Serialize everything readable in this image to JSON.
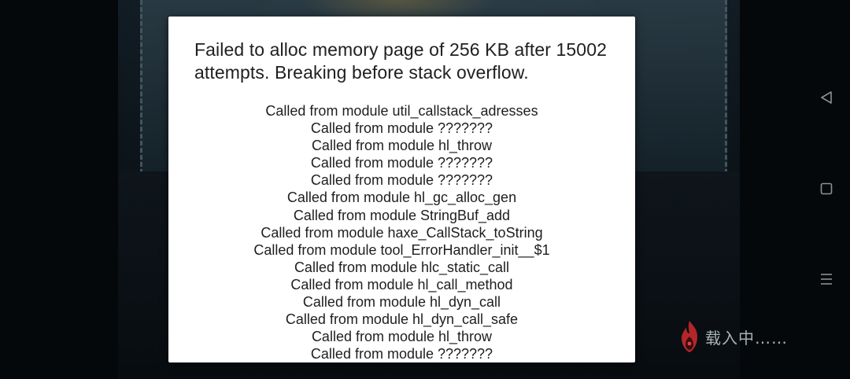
{
  "dialog": {
    "title": "Failed to alloc memory page of 256 KB after 15002 attempts. Breaking before stack overflow.",
    "callstack": [
      "Called from module util_callstack_adresses",
      "Called from module ???????",
      "Called from module hl_throw",
      "Called from module ???????",
      "Called from module ???????",
      "Called from module hl_gc_alloc_gen",
      "Called from module StringBuf_add",
      "Called from module haxe_CallStack_toString",
      "Called from module tool_ErrorHandler_init__$1",
      "Called from module hlc_static_call",
      "Called from module hl_call_method",
      "Called from module hl_dyn_call",
      "Called from module hl_dyn_call_safe",
      "Called from module hl_throw",
      "Called from module ???????"
    ]
  },
  "loading": {
    "text": "载入中……",
    "icon": "flame-icon",
    "icon_color": "#b3262a"
  },
  "nav": {
    "back_icon": "back-triangle-icon",
    "home_icon": "home-square-icon",
    "menu_icon": "menu-lines-icon",
    "icon_color": "#8a9094"
  }
}
